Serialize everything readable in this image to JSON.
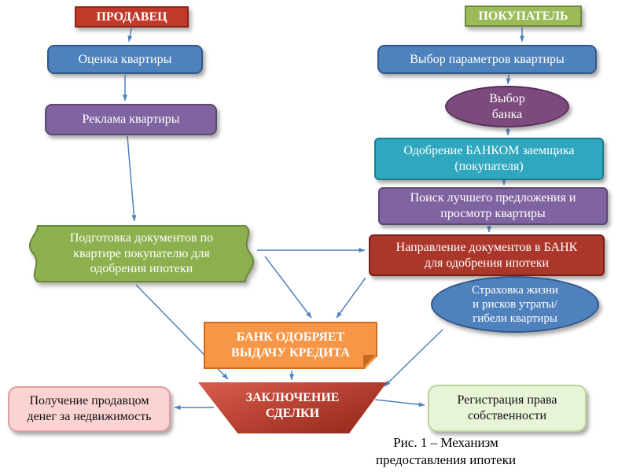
{
  "nodes": {
    "seller": {
      "label": "ПРОДАВЕЦ"
    },
    "buyer": {
      "label": "ПОКУПАТЕЛЬ"
    },
    "appraisal": {
      "label": "Оценка квартиры"
    },
    "advertising": {
      "label": "Реклама квартиры"
    },
    "params": {
      "label": "Выбор параметров квартиры"
    },
    "bank_choice": {
      "label": "Выбор\nбанка"
    },
    "borrower_approval": {
      "label": "Одобрение БАНКОМ заемщика\n(покупателя)"
    },
    "search": {
      "label": "Поиск лучшего предложения и\nпросмотр квартиры"
    },
    "docs_prep": {
      "label": "Подготовка документов по\nквартире покупателю для\nодобрения ипотеки"
    },
    "docs_to_bank": {
      "label": "Направление документов в БАНК\nдля одобрения ипотеки"
    },
    "insurance": {
      "label": "Страховка жизни\nи рисков утраты/\nгибели квартиры"
    },
    "bank_approves": {
      "label": "БАНК ОДОБРЯЕТ\nВЫДАЧУ КРЕДИТА"
    },
    "deal": {
      "label": "ЗАКЛЮЧЕНИЕ\nСДЕЛКИ"
    },
    "seller_money": {
      "label": "Получение продавцом\nденег за недвижимость"
    },
    "registration": {
      "label": "Регистрация права\nсобственности"
    }
  },
  "caption": {
    "label": "Рис. 1 – Механизм\nпредоставления ипотеки"
  },
  "palette": {
    "arrow": "#4f81bd",
    "seller_fill": "#c0392b",
    "buyer_fill": "#9bbb59",
    "blue_fill": "#4f81bd",
    "purple_fill": "#8064a2",
    "plum_fill": "#7d4a7d",
    "teal_fill": "#2fa8bf",
    "darkred_fill": "#ab372b",
    "green_fill": "#8cb04e",
    "orange_fill": "#f79646",
    "deal_fill": "#bb4335",
    "pink_fill": "#fbd3d3",
    "lightgreen_fill": "#e7f4d7",
    "text_light": "#ffffff",
    "text_dark": "#111111"
  }
}
